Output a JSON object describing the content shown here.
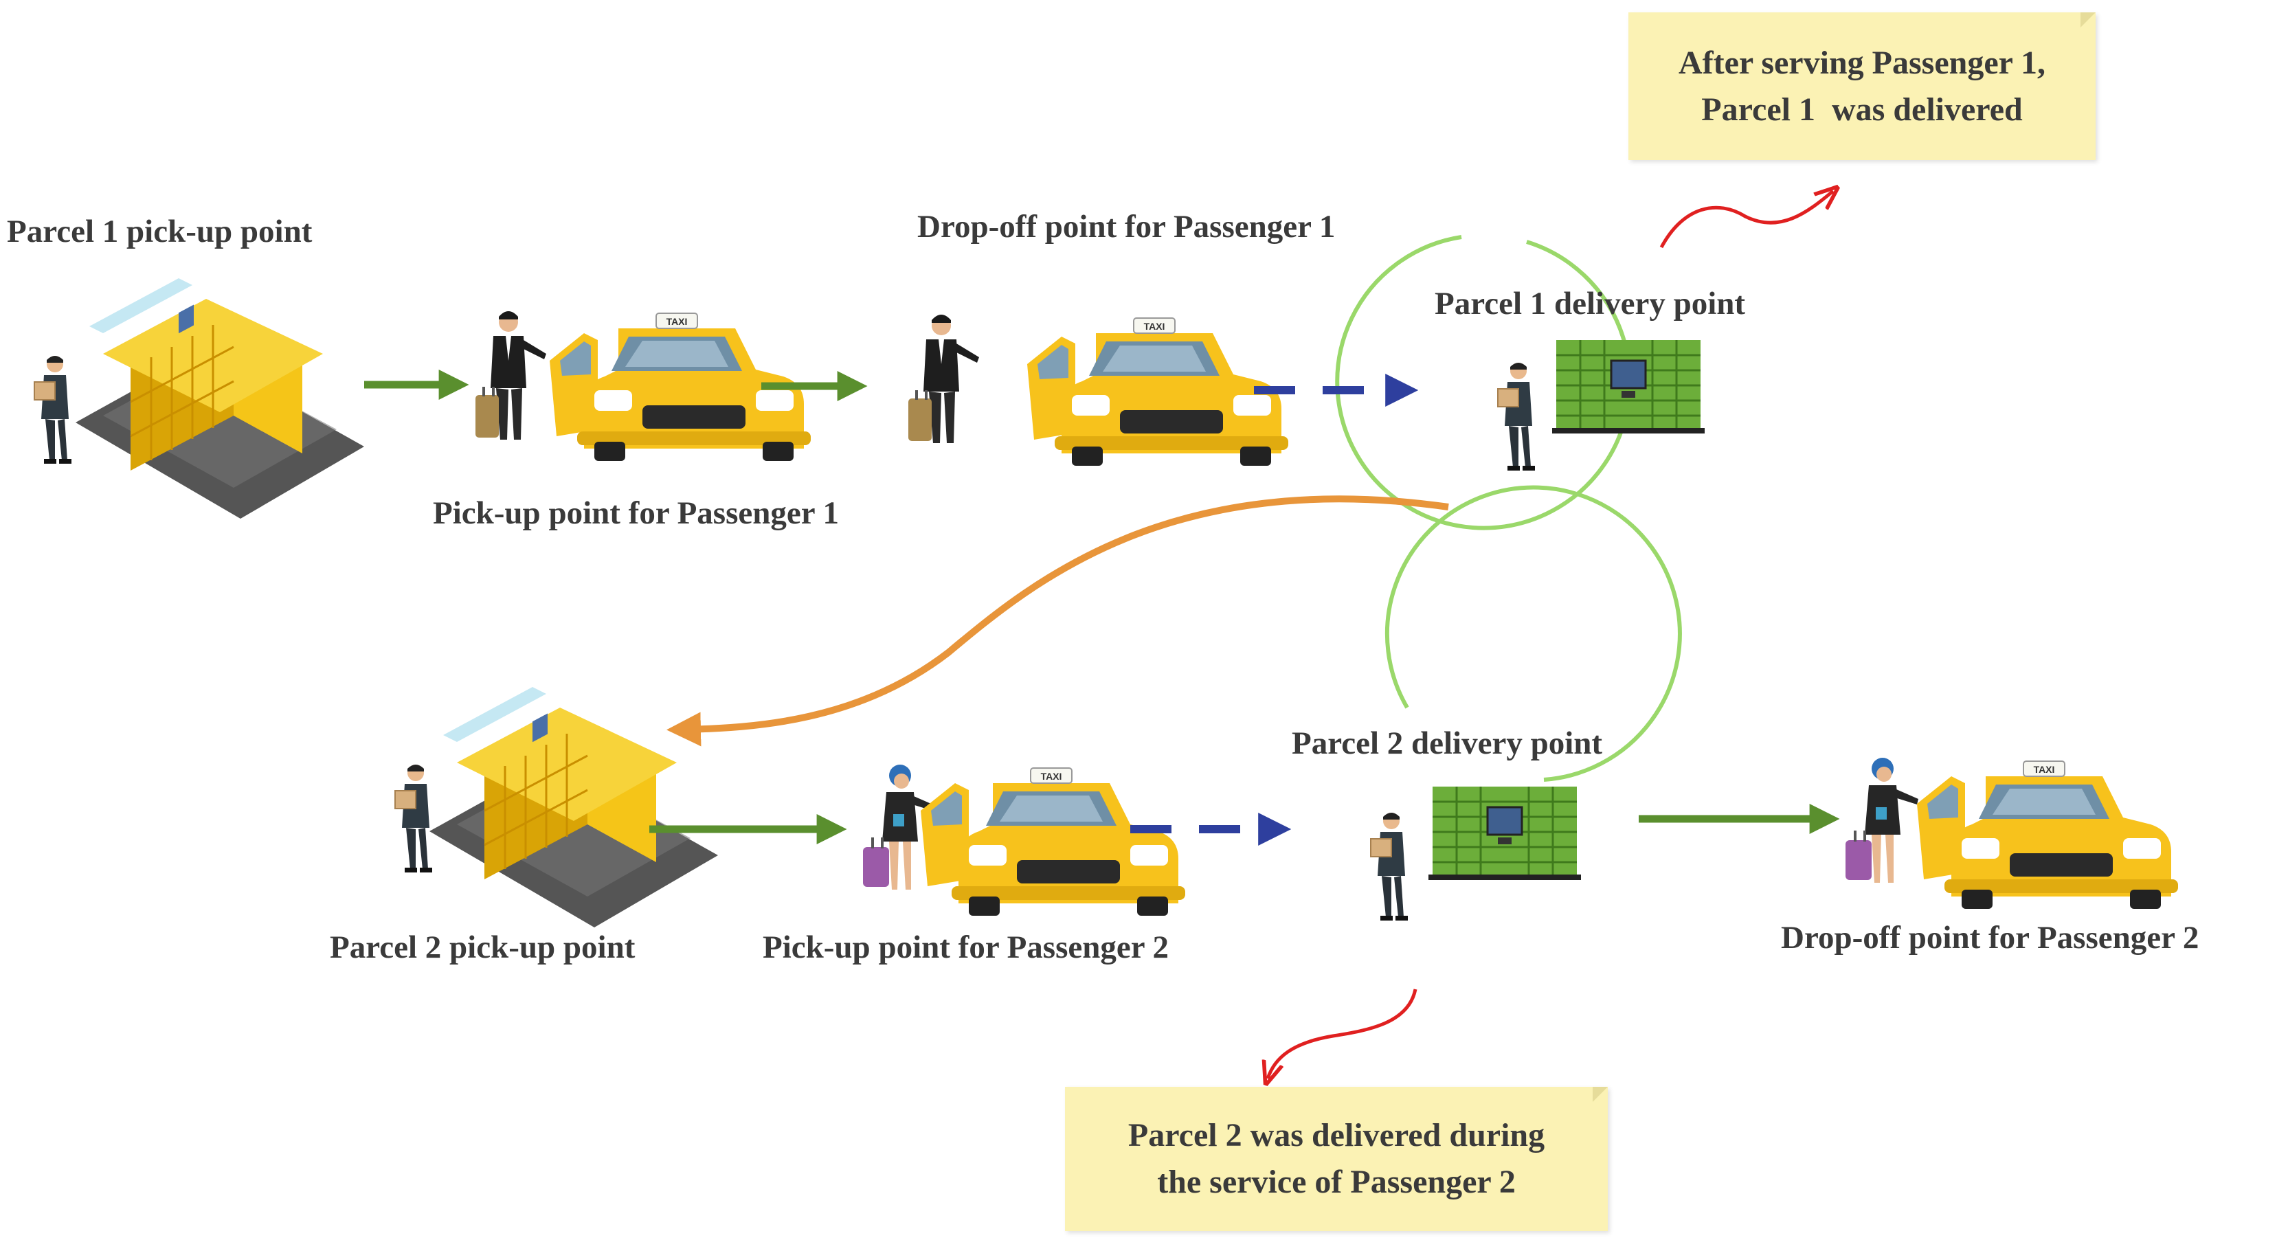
{
  "labels": {
    "parcel1_pickup": "Parcel 1 pick-up point",
    "dropoff_p1": "Drop-off point for Passenger 1",
    "parcel1_delivery": "Parcel 1 delivery point",
    "pickup_p1": "Pick-up point for Passenger 1",
    "parcel2_delivery": "Parcel 2 delivery point",
    "parcel2_pickup": "Parcel 2 pick-up point",
    "pickup_p2": "Pick-up point for Passenger 2",
    "dropoff_p2": "Drop-off point for Passenger 2"
  },
  "notes": {
    "top": [
      "After serving Passenger 1,",
      "Parcel 1  was delivered"
    ],
    "bottom": [
      "Parcel 2 was delivered during",
      "the service of Passenger 2"
    ]
  },
  "taxi_sign": "TAXI",
  "icons": [
    "parcel-locker-icon",
    "courier-icon",
    "taxi-icon",
    "passenger-man-icon",
    "passenger-woman-icon",
    "delivery-locker-icon"
  ],
  "colors": {
    "green_arrow": "#5a8f2e",
    "blue_dashed_arrow": "#2e3f9e",
    "orange_arc": "#e8953a",
    "red_arrow": "#e02020",
    "circle": "#9ad86a",
    "note_bg": "#fbf2b4",
    "taxi_yellow": "#f7c21c",
    "locker_yellow": "#f5c518",
    "locker_green": "#6cae3a"
  }
}
